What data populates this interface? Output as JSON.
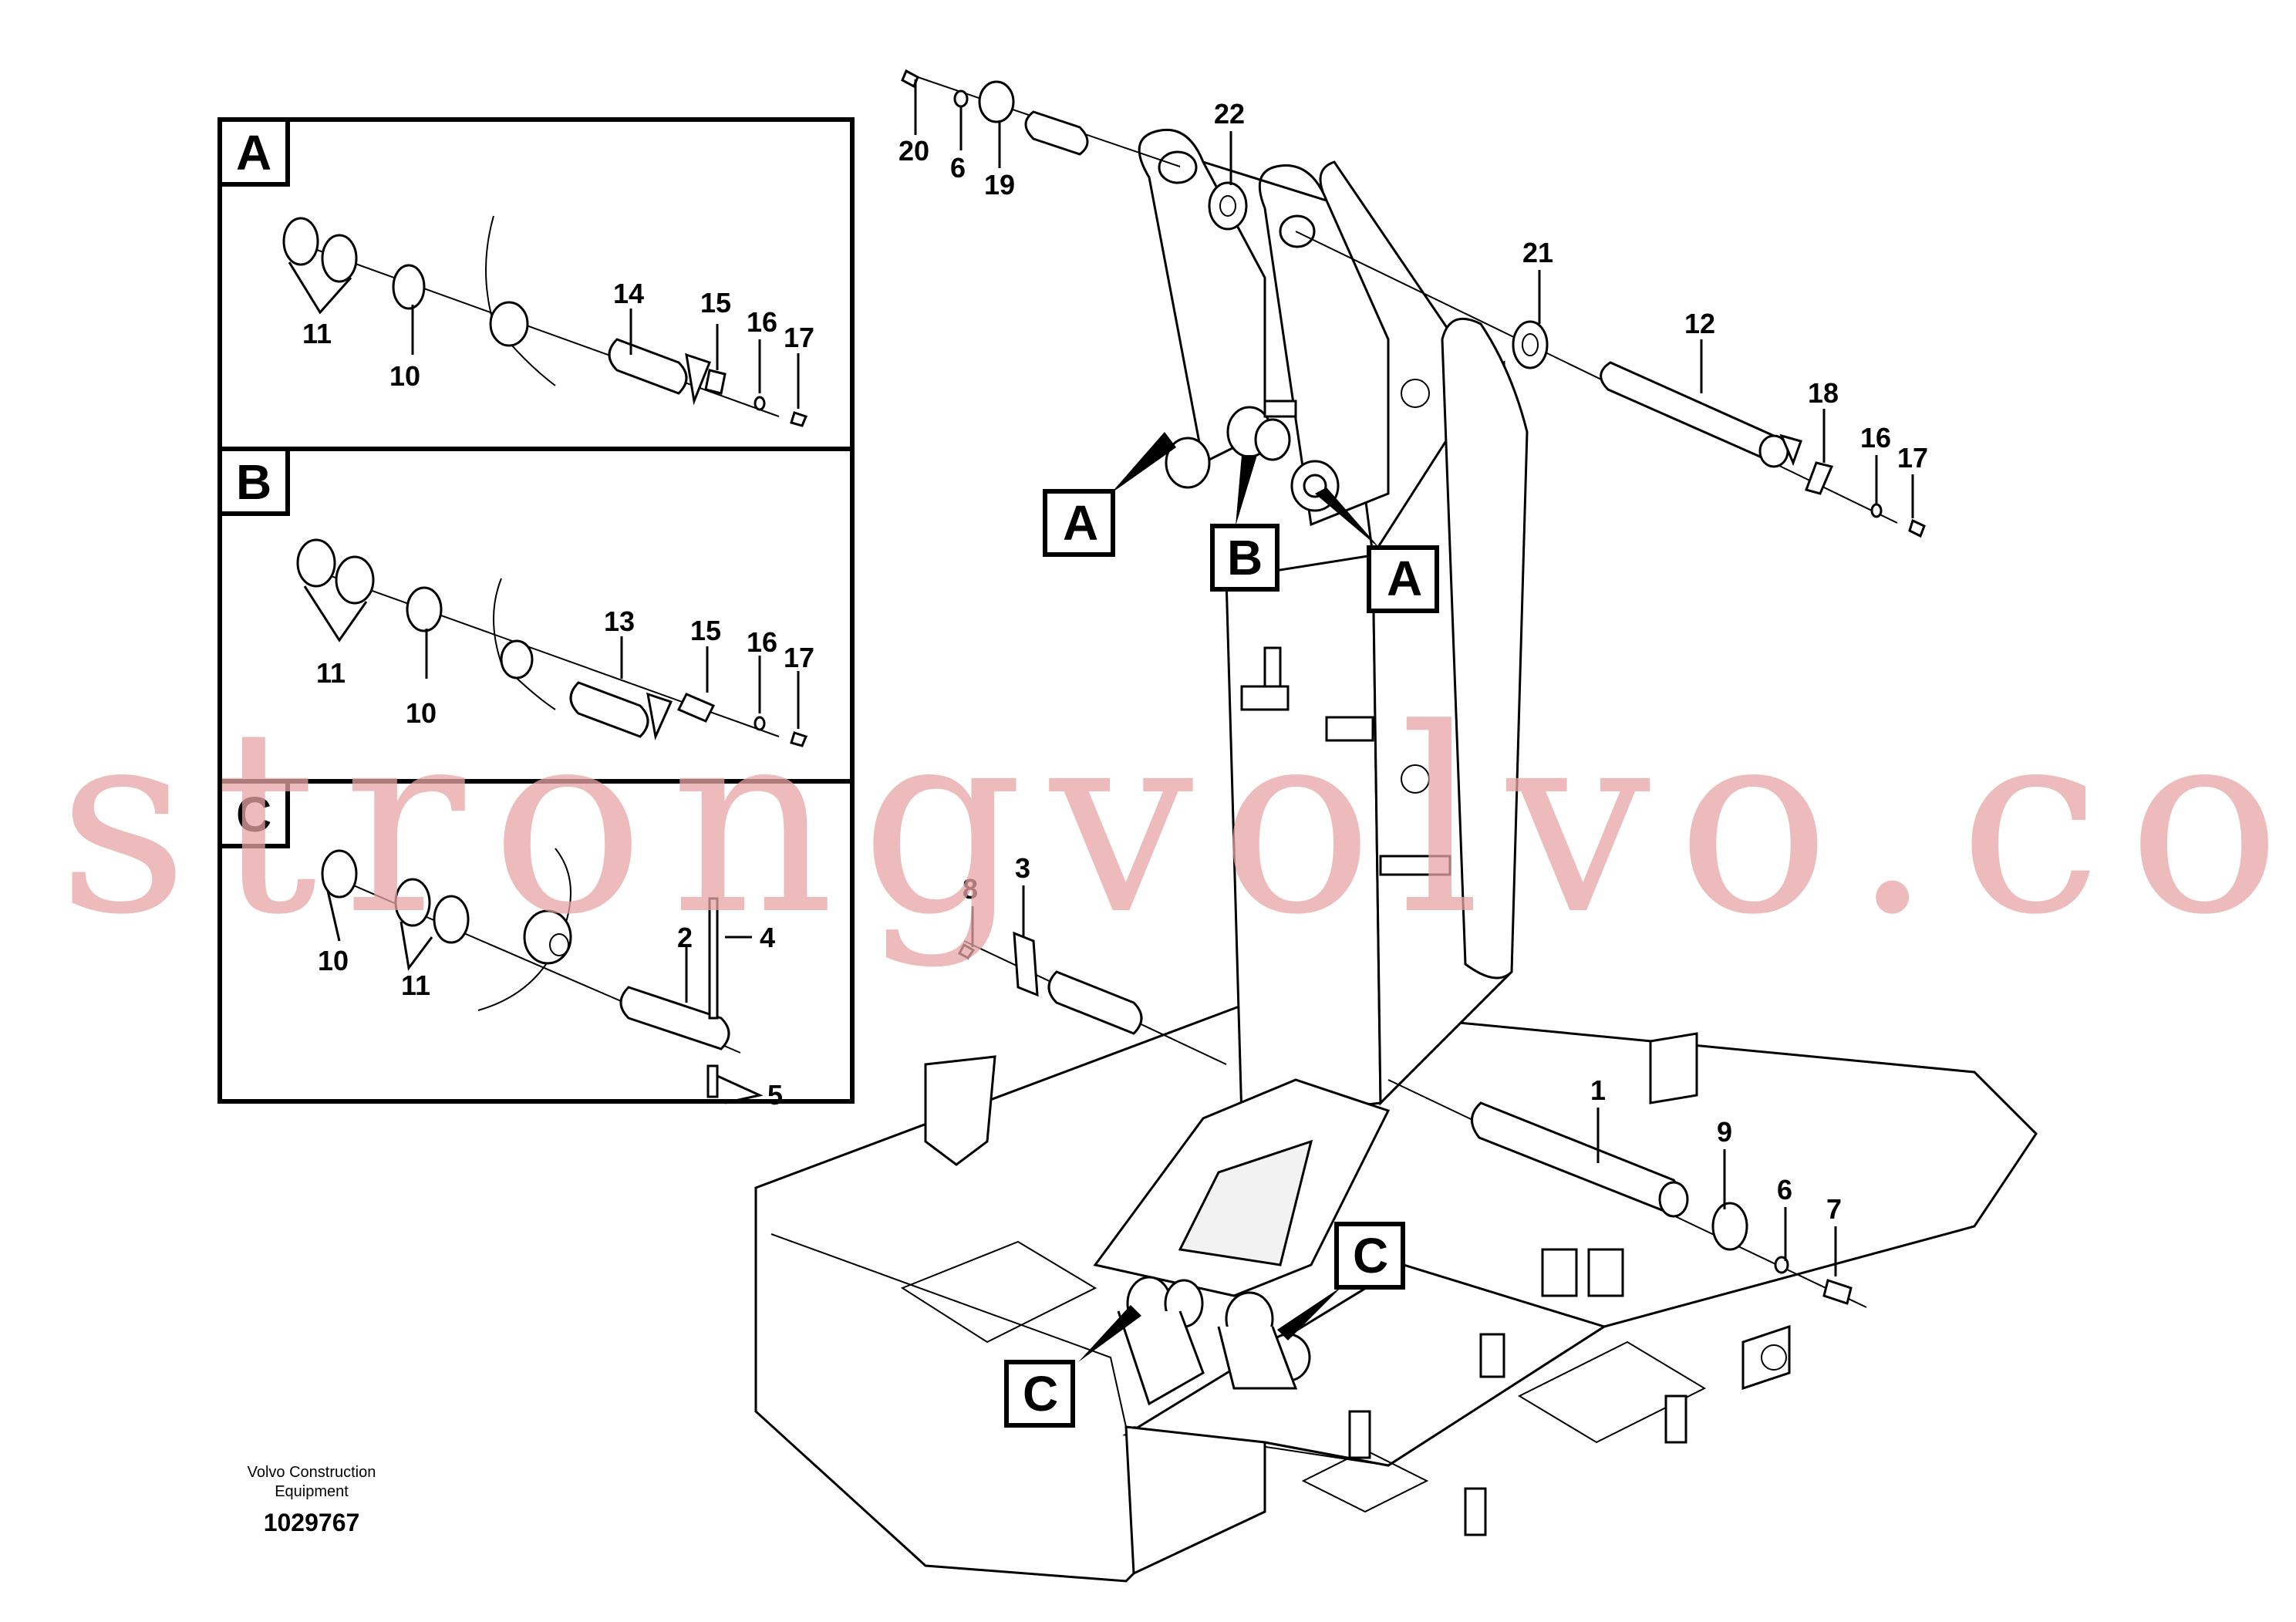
{
  "detail_views": [
    {
      "letter": "A",
      "labels": [
        "11",
        "10",
        "14",
        "15",
        "16",
        "17"
      ]
    },
    {
      "letter": "B",
      "labels": [
        "11",
        "10",
        "13",
        "15",
        "16",
        "17"
      ]
    },
    {
      "letter": "C",
      "labels": [
        "10",
        "11",
        "2",
        "4",
        "5"
      ]
    }
  ],
  "main_labels": {
    "l20": "20",
    "l6a": "6",
    "l19": "19",
    "l22": "22",
    "l21": "21",
    "l12": "12",
    "l18": "18",
    "l16": "16",
    "l17": "17",
    "l8": "8",
    "l3": "3",
    "l1": "1",
    "l9": "9",
    "l6b": "6",
    "l7": "7"
  },
  "callouts": {
    "a1": "A",
    "b": "B",
    "a2": "A",
    "c1": "C",
    "c2": "C"
  },
  "footer": {
    "company_line1": "Volvo Construction",
    "company_line2": "Equipment",
    "drawing_number": "1029767"
  },
  "watermark": "strongvolvo.com",
  "colors": {
    "watermark": "#e8a5a5",
    "line": "#000000"
  }
}
